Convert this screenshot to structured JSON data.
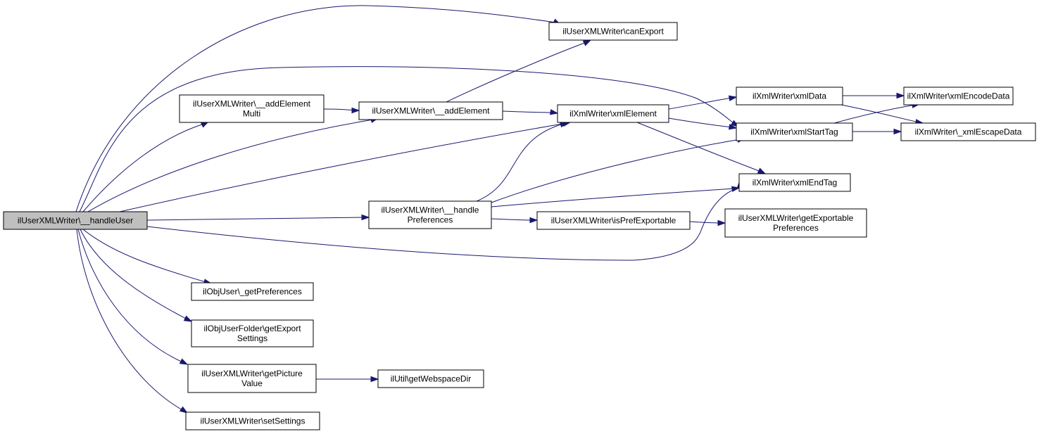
{
  "nodes": {
    "handle_user": {
      "lines": [
        "ilUserXMLWriter\\__handleUser"
      ],
      "root": true
    },
    "can_export": {
      "lines": [
        "ilUserXMLWriter\\canExport"
      ]
    },
    "add_element_multi": {
      "lines": [
        "ilUserXMLWriter\\__addElement",
        "Multi"
      ]
    },
    "add_element": {
      "lines": [
        "ilUserXMLWriter\\__addElement"
      ]
    },
    "xml_element": {
      "lines": [
        "ilXmlWriter\\xmlElement"
      ]
    },
    "xml_data": {
      "lines": [
        "ilXmlWriter\\xmlData"
      ]
    },
    "xml_encode_data": {
      "lines": [
        "ilXmlWriter\\xmlEncodeData"
      ]
    },
    "xml_start_tag": {
      "lines": [
        "ilXmlWriter\\xmlStartTag"
      ]
    },
    "xml_escape_data": {
      "lines": [
        "ilXmlWriter\\_xmlEscapeData"
      ]
    },
    "xml_end_tag": {
      "lines": [
        "ilXmlWriter\\xmlEndTag"
      ]
    },
    "handle_preferences": {
      "lines": [
        "ilUserXMLWriter\\__handle",
        "Preferences"
      ]
    },
    "is_pref_exportable": {
      "lines": [
        "ilUserXMLWriter\\isPrefExportable"
      ]
    },
    "get_exportable_preferences": {
      "lines": [
        "ilUserXMLWriter\\getExportable",
        "Preferences"
      ]
    },
    "get_preferences": {
      "lines": [
        "ilObjUser\\_getPreferences"
      ]
    },
    "get_export_settings": {
      "lines": [
        "ilObjUserFolder\\getExport",
        "Settings"
      ]
    },
    "get_picture_value": {
      "lines": [
        "ilUserXMLWriter\\getPicture",
        "Value"
      ]
    },
    "get_webspace_dir": {
      "lines": [
        "ilUtil\\getWebspaceDir"
      ]
    },
    "set_settings": {
      "lines": [
        "ilUserXMLWriter\\setSettings"
      ]
    }
  },
  "edges": [
    [
      "handle_user",
      "can_export"
    ],
    [
      "handle_user",
      "xml_start_tag"
    ],
    [
      "handle_user",
      "add_element_multi"
    ],
    [
      "handle_user",
      "add_element"
    ],
    [
      "handle_user",
      "xml_element"
    ],
    [
      "handle_user",
      "handle_preferences"
    ],
    [
      "handle_user",
      "xml_end_tag"
    ],
    [
      "handle_user",
      "get_preferences"
    ],
    [
      "handle_user",
      "get_export_settings"
    ],
    [
      "handle_user",
      "get_picture_value"
    ],
    [
      "handle_user",
      "set_settings"
    ],
    [
      "add_element_multi",
      "add_element"
    ],
    [
      "add_element",
      "can_export"
    ],
    [
      "add_element",
      "xml_element"
    ],
    [
      "xml_element",
      "xml_data"
    ],
    [
      "xml_element",
      "xml_start_tag"
    ],
    [
      "xml_element",
      "xml_end_tag"
    ],
    [
      "xml_data",
      "xml_encode_data"
    ],
    [
      "xml_data",
      "xml_escape_data"
    ],
    [
      "xml_start_tag",
      "xml_encode_data"
    ],
    [
      "xml_start_tag",
      "xml_escape_data"
    ],
    [
      "handle_preferences",
      "xml_element"
    ],
    [
      "handle_preferences",
      "xml_start_tag"
    ],
    [
      "handle_preferences",
      "xml_end_tag"
    ],
    [
      "handle_preferences",
      "is_pref_exportable"
    ],
    [
      "is_pref_exportable",
      "get_exportable_preferences"
    ],
    [
      "get_picture_value",
      "get_webspace_dir"
    ]
  ],
  "colors": {
    "edge": "#191970",
    "root_fill": "#bfbfbf",
    "node_fill": "#ffffff",
    "node_stroke": "#000000"
  }
}
